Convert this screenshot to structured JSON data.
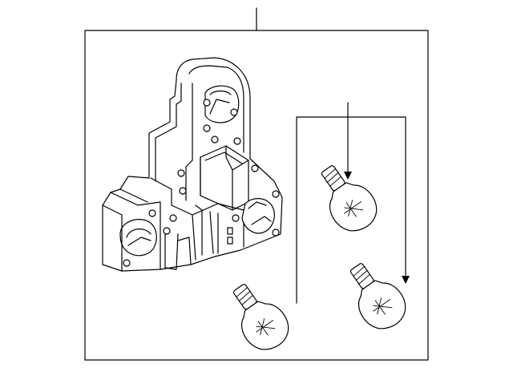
{
  "diagram": {
    "background": "#ffffff",
    "line_color": "#000000",
    "parts": [
      {
        "name": "bulb-socket-housing",
        "icon": "tail-lamp-socket-icon"
      },
      {
        "name": "bulb",
        "icon": "bulb-icon",
        "count": 3
      }
    ]
  }
}
